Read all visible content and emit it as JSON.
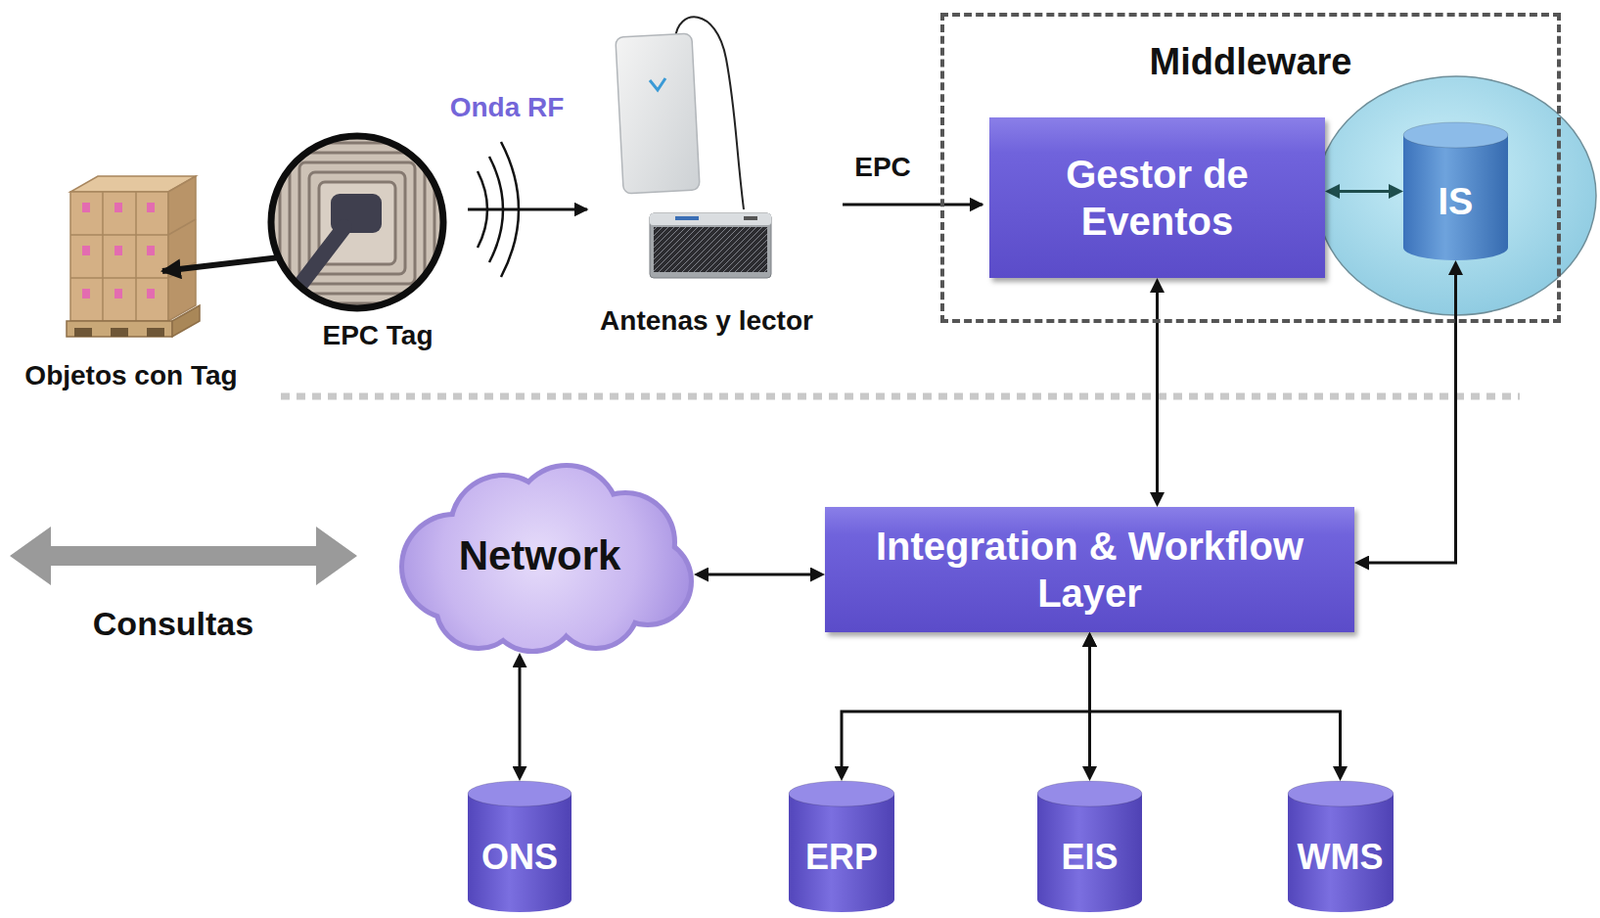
{
  "diagram": {
    "nodes": [
      {
        "text": [
          "Middleware"
        ]
      },
      {
        "text": [
          "Gestor de Eventos"
        ],
        "in": 0
      },
      {
        "text": [
          "IS"
        ],
        "in": 0
      },
      {
        "text": [
          "Network"
        ]
      },
      {
        "text": [
          "Integration & Workflow Layer"
        ]
      },
      {
        "text": [
          "ONS"
        ]
      },
      {
        "text": [
          "ERP"
        ]
      },
      {
        "text": [
          "EIS"
        ]
      },
      {
        "text": [
          "WMS"
        ]
      }
    ],
    "edges": [
      {
        "from": 1,
        "to": 2,
        "arrow": "both"
      },
      {
        "from": 1,
        "to": 4,
        "arrow": "both"
      },
      {
        "from": 2,
        "to": 4,
        "arrow": "both"
      },
      {
        "from": 3,
        "to": 4,
        "arrow": "both"
      },
      {
        "from": 3,
        "to": 5,
        "arrow": "both"
      },
      {
        "from": 4,
        "to": 6,
        "arrow": "both"
      },
      {
        "from": 4,
        "to": 7,
        "arrow": "both"
      },
      {
        "from": 4,
        "to": 8,
        "arrow": "both"
      }
    ],
    "labels": [
      "Objetos con Tag",
      "EPC Tag",
      "Onda RF",
      "Antenas y lector",
      "EPC",
      "Consultas"
    ]
  }
}
